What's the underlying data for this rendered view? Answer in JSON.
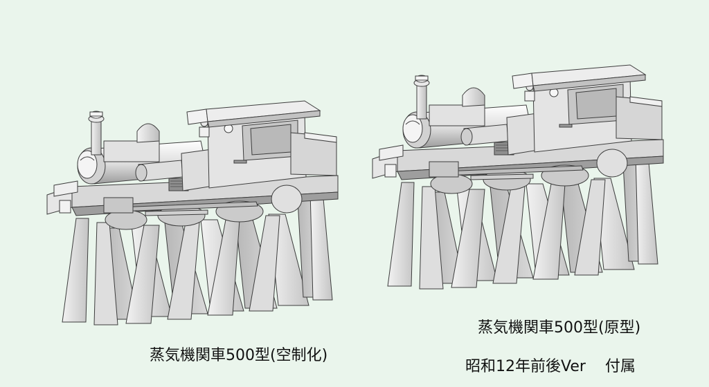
{
  "models": [
    {
      "title": "蒸気機関車500型(空制化)"
    },
    {
      "title": "蒸気機関車500型(原型)",
      "subtitle_left": "昭和12年前後Ver",
      "subtitle_right": "付属"
    }
  ],
  "colors": {
    "background": "#eaf5ec",
    "model_light": "#ececec",
    "model_mid": "#cfcfcf",
    "model_dark": "#a9a9a9",
    "outline": "#3c3c3c"
  }
}
